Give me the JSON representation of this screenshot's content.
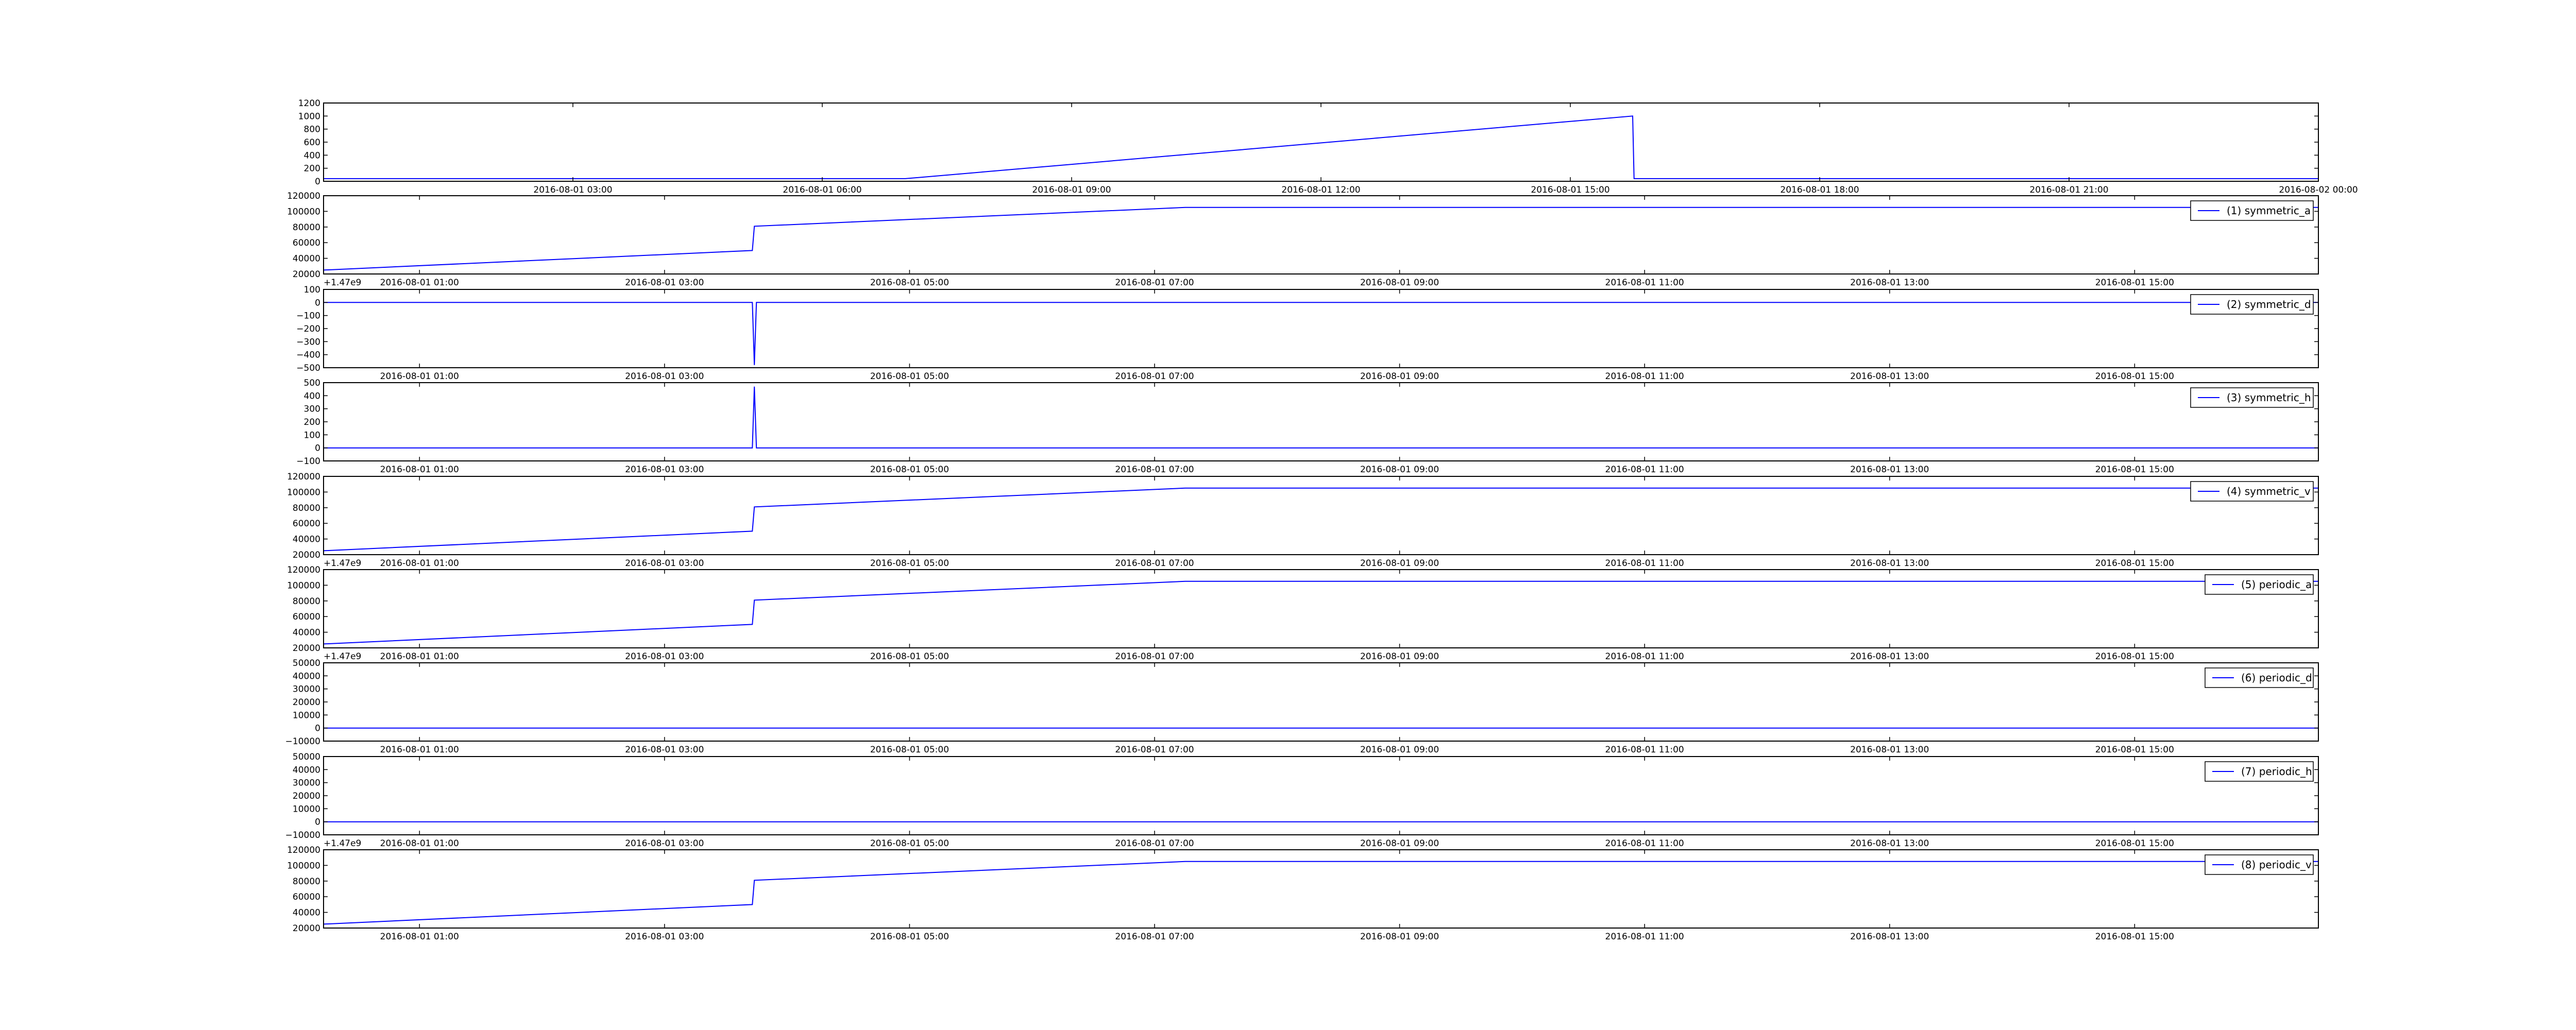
{
  "chart_data": [
    {
      "type": "line",
      "title": "",
      "xlabel": "",
      "ylabel": "",
      "x_ticks": [
        "2016-08-01 03:00",
        "2016-08-01 06:00",
        "2016-08-01 09:00",
        "2016-08-01 12:00",
        "2016-08-01 15:00",
        "2016-08-01 18:00",
        "2016-08-01 21:00",
        "2016-08-02 00:00"
      ],
      "y_ticks": [
        "0",
        "200",
        "400",
        "600",
        "800",
        "1000",
        "1200"
      ],
      "ylim": [
        0,
        1200
      ],
      "offset_text": "",
      "legend": null,
      "series": [
        {
          "name": "",
          "x": [
            "2016-08-01 00:00",
            "2016-08-01 07:00",
            "2016-08-01 15:45",
            "2016-08-01 15:46",
            "2016-08-02 00:00"
          ],
          "y": [
            40,
            40,
            1000,
            40,
            40
          ]
        }
      ]
    },
    {
      "type": "line",
      "title": "",
      "xlabel": "",
      "ylabel": "",
      "x_ticks": [
        "2016-08-01 01:00",
        "2016-08-01 03:00",
        "2016-08-01 05:00",
        "2016-08-01 07:00",
        "2016-08-01 09:00",
        "2016-08-01 11:00",
        "2016-08-01 13:00",
        "2016-08-01 15:00"
      ],
      "y_ticks": [
        "20000",
        "40000",
        "60000",
        "80000",
        "100000",
        "120000"
      ],
      "ylim": [
        20000,
        120000
      ],
      "offset_text": "+1.47e9",
      "legend": "upper right",
      "series": [
        {
          "name": "(1) symmetric_a",
          "x": [
            "2016-08-01 00:13",
            "2016-08-01 03:43",
            "2016-08-01 03:44",
            "2016-08-01 07:15",
            "2016-08-01 16:30"
          ],
          "y": [
            25000,
            50000,
            81000,
            105000,
            105000
          ]
        }
      ]
    },
    {
      "type": "line",
      "title": "",
      "xlabel": "",
      "ylabel": "",
      "x_ticks": [
        "2016-08-01 01:00",
        "2016-08-01 03:00",
        "2016-08-01 05:00",
        "2016-08-01 07:00",
        "2016-08-01 09:00",
        "2016-08-01 11:00",
        "2016-08-01 13:00",
        "2016-08-01 15:00"
      ],
      "y_ticks": [
        "−500",
        "−400",
        "−300",
        "−200",
        "−100",
        "0",
        "100"
      ],
      "ylim": [
        -500,
        100
      ],
      "offset_text": "",
      "legend": "upper right",
      "series": [
        {
          "name": "(2) symmetric_d",
          "x": [
            "2016-08-01 00:13",
            "2016-08-01 03:43",
            "2016-08-01 03:44",
            "2016-08-01 03:45",
            "2016-08-01 16:30"
          ],
          "y": [
            0,
            0,
            -480,
            0,
            0
          ]
        }
      ]
    },
    {
      "type": "line",
      "title": "",
      "xlabel": "",
      "ylabel": "",
      "x_ticks": [
        "2016-08-01 01:00",
        "2016-08-01 03:00",
        "2016-08-01 05:00",
        "2016-08-01 07:00",
        "2016-08-01 09:00",
        "2016-08-01 11:00",
        "2016-08-01 13:00",
        "2016-08-01 15:00"
      ],
      "y_ticks": [
        "−100",
        "0",
        "100",
        "200",
        "300",
        "400",
        "500"
      ],
      "ylim": [
        -100,
        500
      ],
      "offset_text": "",
      "legend": "upper right",
      "series": [
        {
          "name": "(3) symmetric_h",
          "x": [
            "2016-08-01 00:13",
            "2016-08-01 03:43",
            "2016-08-01 03:44",
            "2016-08-01 03:45",
            "2016-08-01 16:30"
          ],
          "y": [
            0,
            0,
            470,
            0,
            0
          ]
        }
      ]
    },
    {
      "type": "line",
      "title": "",
      "xlabel": "",
      "ylabel": "",
      "x_ticks": [
        "2016-08-01 01:00",
        "2016-08-01 03:00",
        "2016-08-01 05:00",
        "2016-08-01 07:00",
        "2016-08-01 09:00",
        "2016-08-01 11:00",
        "2016-08-01 13:00",
        "2016-08-01 15:00"
      ],
      "y_ticks": [
        "20000",
        "40000",
        "60000",
        "80000",
        "100000",
        "120000"
      ],
      "ylim": [
        20000,
        120000
      ],
      "offset_text": "+1.47e9",
      "legend": "upper right",
      "series": [
        {
          "name": "(4) symmetric_v",
          "x": [
            "2016-08-01 00:13",
            "2016-08-01 03:43",
            "2016-08-01 03:44",
            "2016-08-01 07:15",
            "2016-08-01 16:30"
          ],
          "y": [
            25000,
            50000,
            81000,
            105000,
            105000
          ]
        }
      ]
    },
    {
      "type": "line",
      "title": "",
      "xlabel": "",
      "ylabel": "",
      "x_ticks": [
        "2016-08-01 01:00",
        "2016-08-01 03:00",
        "2016-08-01 05:00",
        "2016-08-01 07:00",
        "2016-08-01 09:00",
        "2016-08-01 11:00",
        "2016-08-01 13:00",
        "2016-08-01 15:00"
      ],
      "y_ticks": [
        "20000",
        "40000",
        "60000",
        "80000",
        "100000",
        "120000"
      ],
      "ylim": [
        20000,
        120000
      ],
      "offset_text": "+1.47e9",
      "legend": "upper right",
      "series": [
        {
          "name": "(5) periodic_a",
          "x": [
            "2016-08-01 00:13",
            "2016-08-01 03:43",
            "2016-08-01 03:44",
            "2016-08-01 07:15",
            "2016-08-01 16:30"
          ],
          "y": [
            25000,
            50000,
            81000,
            105000,
            105000
          ]
        }
      ]
    },
    {
      "type": "line",
      "title": "",
      "xlabel": "",
      "ylabel": "",
      "x_ticks": [
        "2016-08-01 01:00",
        "2016-08-01 03:00",
        "2016-08-01 05:00",
        "2016-08-01 07:00",
        "2016-08-01 09:00",
        "2016-08-01 11:00",
        "2016-08-01 13:00",
        "2016-08-01 15:00"
      ],
      "y_ticks": [
        "−10000",
        "0",
        "10000",
        "20000",
        "30000",
        "40000",
        "50000"
      ],
      "ylim": [
        -10000,
        50000
      ],
      "offset_text": "",
      "legend": "upper right",
      "series": [
        {
          "name": "(6) periodic_d",
          "x": [
            "2016-08-01 00:13",
            "2016-08-01 16:30"
          ],
          "y": [
            0,
            0
          ]
        }
      ]
    },
    {
      "type": "line",
      "title": "",
      "xlabel": "",
      "ylabel": "",
      "x_ticks": [
        "2016-08-01 01:00",
        "2016-08-01 03:00",
        "2016-08-01 05:00",
        "2016-08-01 07:00",
        "2016-08-01 09:00",
        "2016-08-01 11:00",
        "2016-08-01 13:00",
        "2016-08-01 15:00"
      ],
      "y_ticks": [
        "−10000",
        "0",
        "10000",
        "20000",
        "30000",
        "40000",
        "50000"
      ],
      "ylim": [
        -10000,
        50000
      ],
      "offset_text": "+1.47e9",
      "legend": "upper right",
      "series": [
        {
          "name": "(7) periodic_h",
          "x": [
            "2016-08-01 00:13",
            "2016-08-01 16:30"
          ],
          "y": [
            0,
            0
          ]
        }
      ]
    },
    {
      "type": "line",
      "title": "",
      "xlabel": "",
      "ylabel": "",
      "x_ticks": [
        "2016-08-01 01:00",
        "2016-08-01 03:00",
        "2016-08-01 05:00",
        "2016-08-01 07:00",
        "2016-08-01 09:00",
        "2016-08-01 11:00",
        "2016-08-01 13:00",
        "2016-08-01 15:00"
      ],
      "y_ticks": [
        "20000",
        "40000",
        "60000",
        "80000",
        "100000",
        "120000"
      ],
      "ylim": [
        20000,
        120000
      ],
      "offset_text": "",
      "legend": "upper right",
      "series": [
        {
          "name": "(8) periodic_v",
          "x": [
            "2016-08-01 00:13",
            "2016-08-01 03:43",
            "2016-08-01 03:44",
            "2016-08-01 07:15",
            "2016-08-01 16:30"
          ],
          "y": [
            25000,
            50000,
            81000,
            105000,
            105000
          ]
        }
      ]
    }
  ],
  "colors": {
    "line": "#0000ff",
    "axes": "#000000",
    "background": "#ffffff"
  }
}
